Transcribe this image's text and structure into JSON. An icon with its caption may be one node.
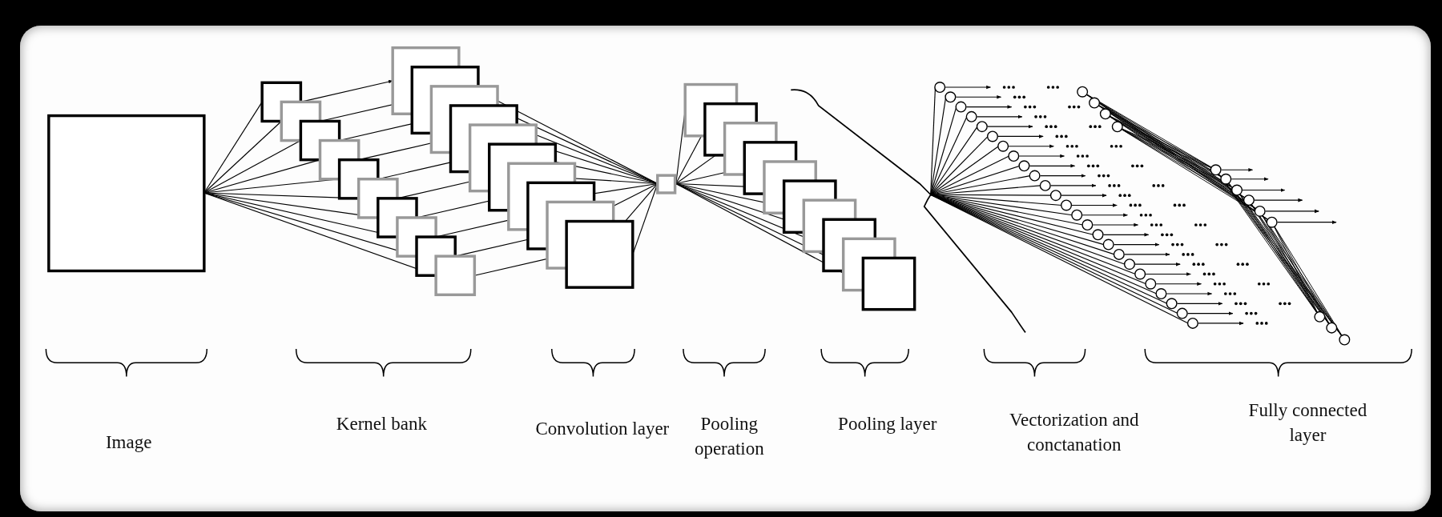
{
  "diagram": {
    "labels": [
      "Image",
      "Kernel bank",
      "Convolution layer",
      "Pooling operation",
      "Pooling layer",
      "Vectorization and conctanation",
      "Fully connected layer"
    ]
  }
}
